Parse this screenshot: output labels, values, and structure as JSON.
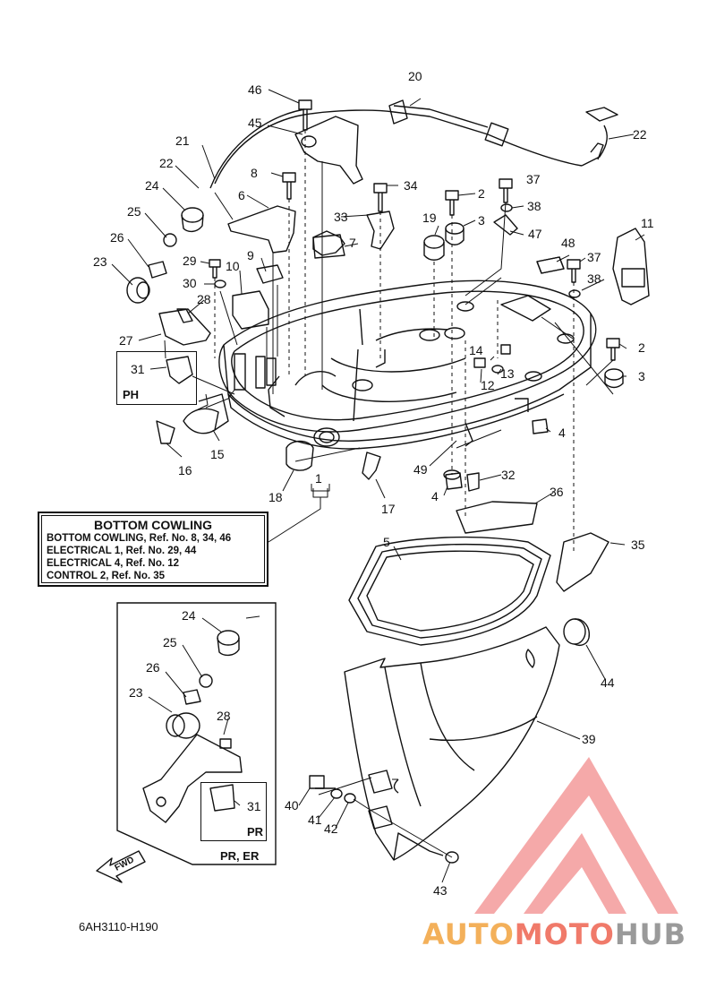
{
  "diagram": {
    "catalog_number": "6AH3110-H190",
    "info_box": {
      "title": "BOTTOM COWLING",
      "lines": [
        "BOTTOM COWLING,  Ref. No. 8,  34,  46",
        "ELECTRICAL 1,  Ref. No. 29, 44",
        "ELECTRICAL 4,  Ref. No. 12",
        "CONTROL 2,  Ref. No. 35"
      ]
    },
    "variant_labels": {
      "ph": "PH",
      "pr": "PR",
      "pr_er": "PR, ER"
    },
    "fwd_label": "FWD",
    "group_label": "1",
    "part_numbers": [
      "2",
      "2",
      "3",
      "3",
      "4",
      "4",
      "5",
      "6",
      "7",
      "8",
      "9",
      "10",
      "11",
      "12",
      "13",
      "14",
      "15",
      "16",
      "17",
      "18",
      "19",
      "20",
      "21",
      "22",
      "22",
      "23",
      "23",
      "24",
      "24",
      "25",
      "25",
      "26",
      "26",
      "27",
      "28",
      "28",
      "29",
      "30",
      "31",
      "31",
      "32",
      "33",
      "34",
      "35",
      "36",
      "37",
      "37",
      "38",
      "38",
      "39",
      "40",
      "41",
      "42",
      "43",
      "44",
      "45",
      "46",
      "47",
      "48",
      "49"
    ]
  },
  "watermark": {
    "part1": "AUTO",
    "part2": "MOTO",
    "part3": "HUB",
    "colors": {
      "part1": "#f3b05a",
      "part2": "#f07a6a",
      "part3": "#9a9a9a",
      "logo": "#f4a0a0"
    }
  }
}
